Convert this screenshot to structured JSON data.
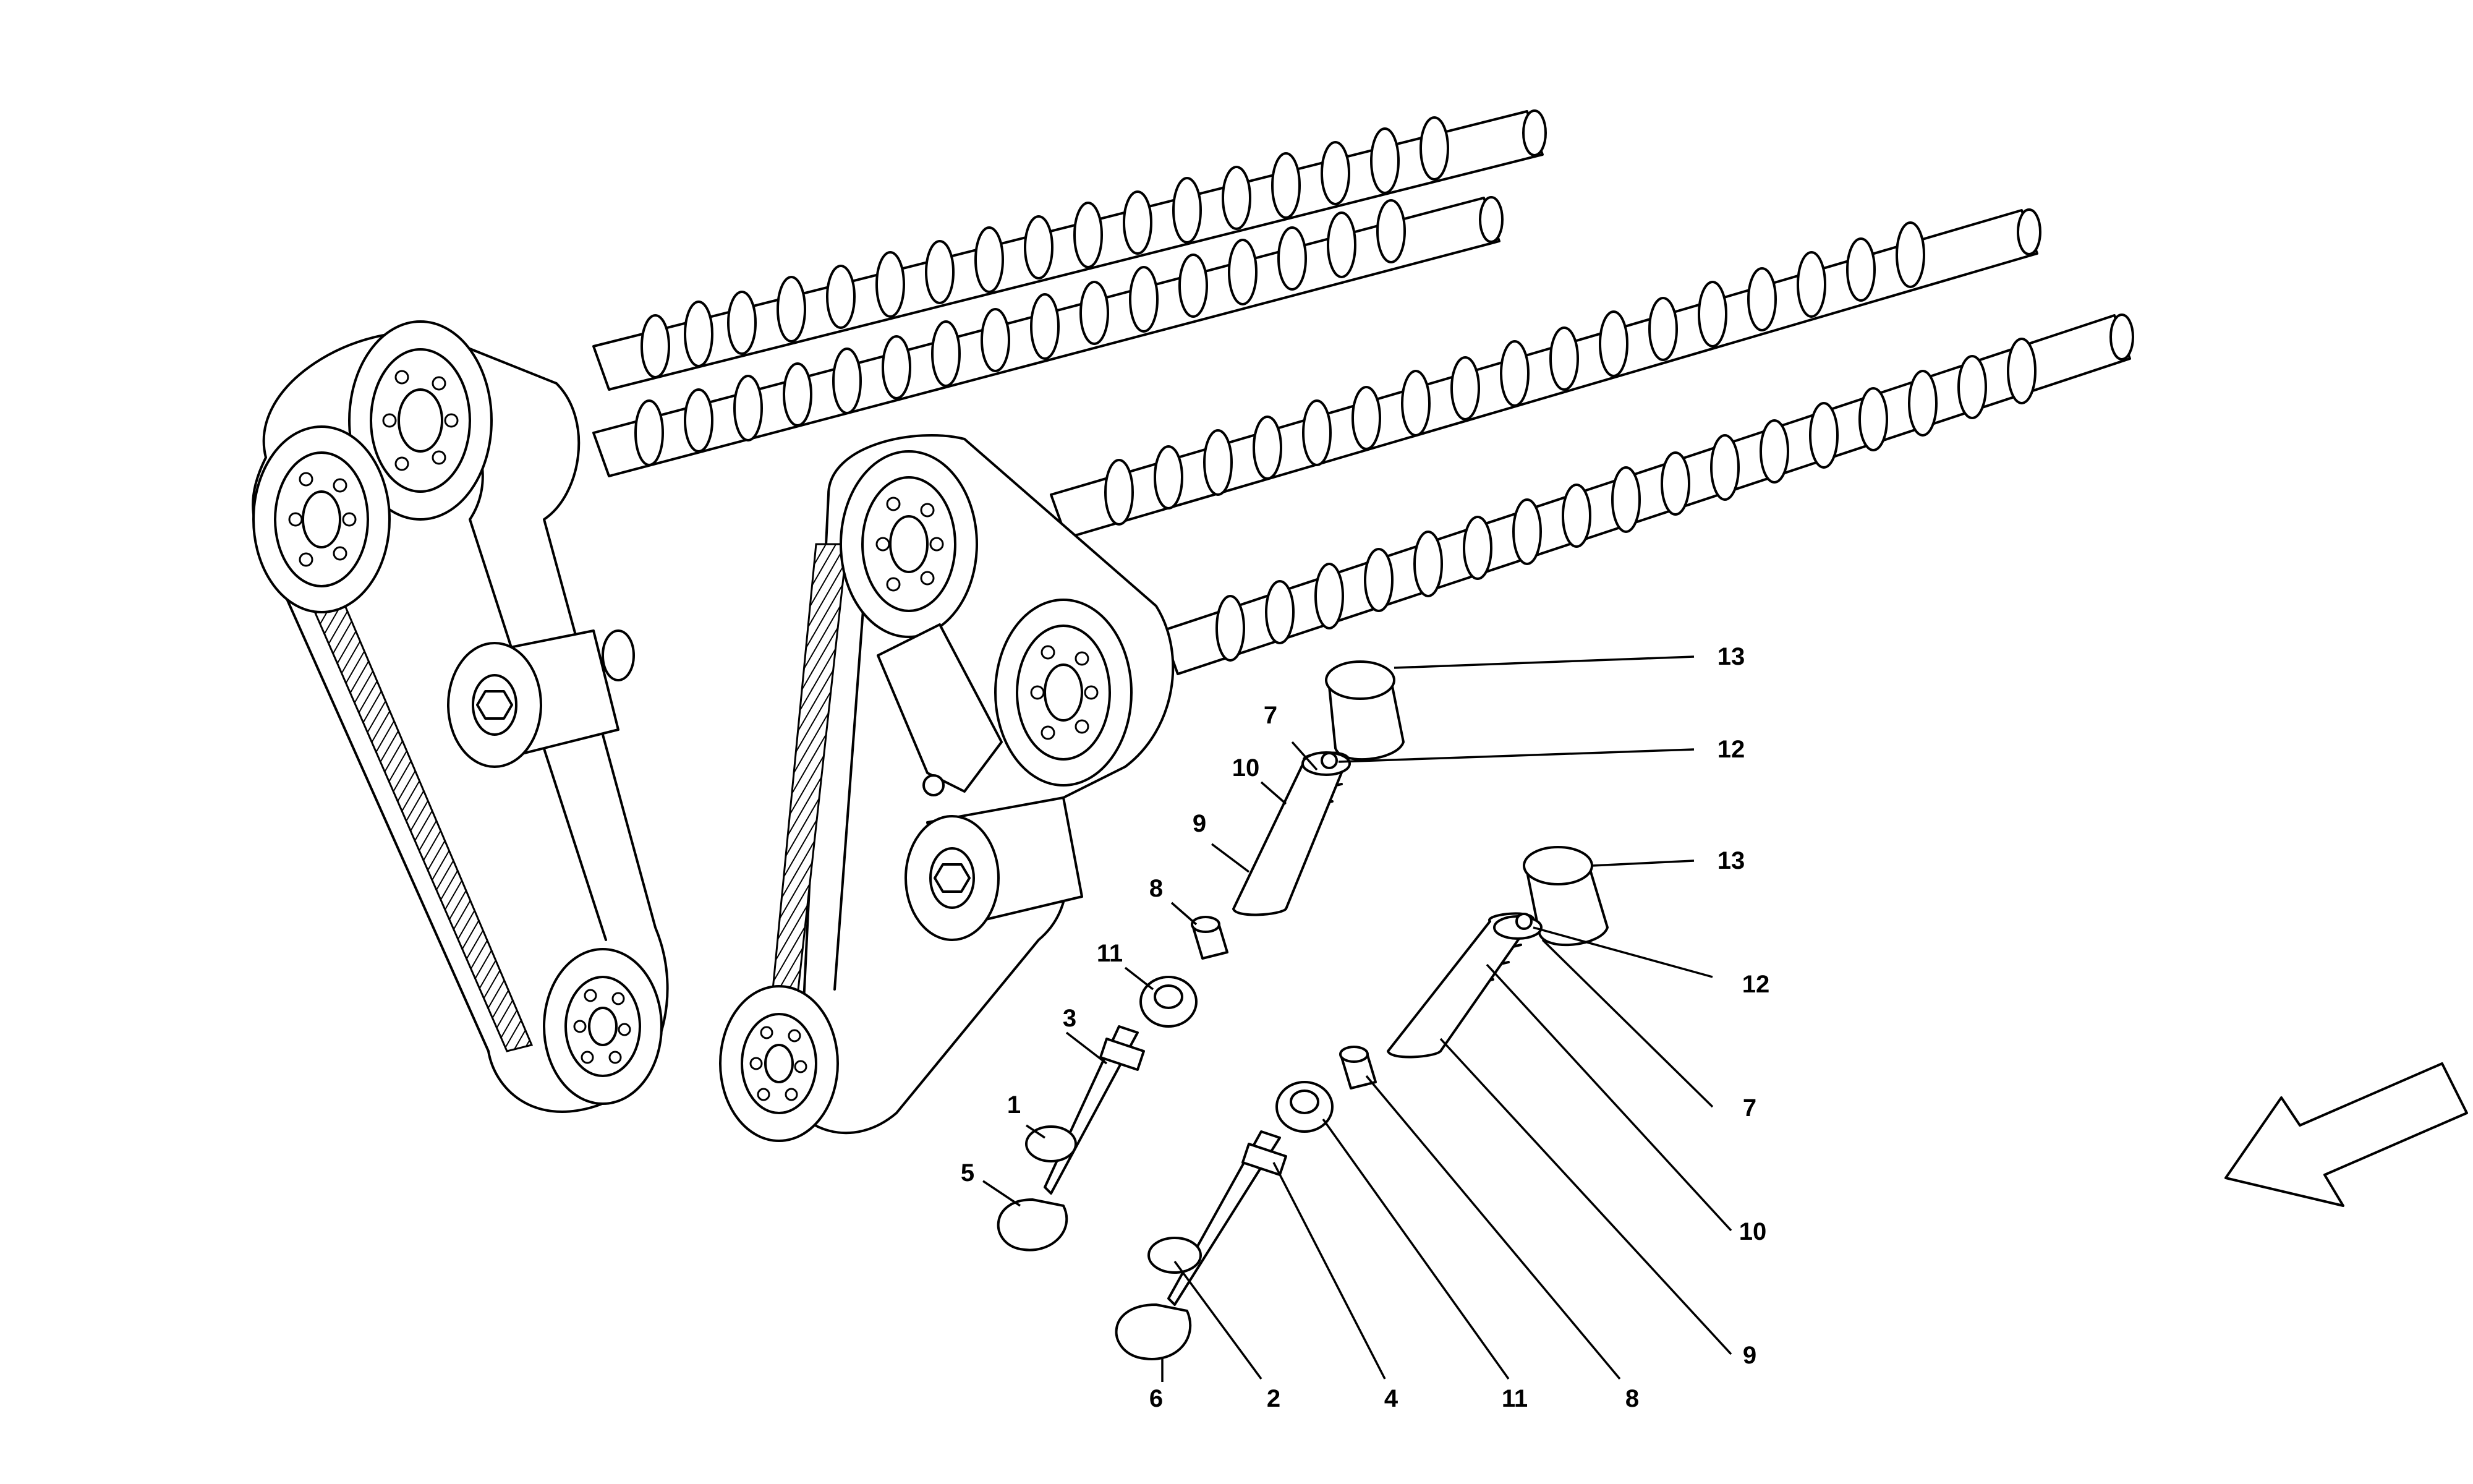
{
  "callouts": [
    {
      "label": "13"
    },
    {
      "label": "12"
    },
    {
      "label": "7"
    },
    {
      "label": "10"
    },
    {
      "label": "9"
    },
    {
      "label": "8"
    },
    {
      "label": "11"
    },
    {
      "label": "3"
    },
    {
      "label": "1"
    },
    {
      "label": "5"
    },
    {
      "label": "13"
    },
    {
      "label": "12"
    },
    {
      "label": "7"
    },
    {
      "label": "10"
    },
    {
      "label": "9"
    },
    {
      "label": "6"
    },
    {
      "label": "2"
    },
    {
      "label": "4"
    },
    {
      "label": "11"
    },
    {
      "label": "8"
    }
  ]
}
